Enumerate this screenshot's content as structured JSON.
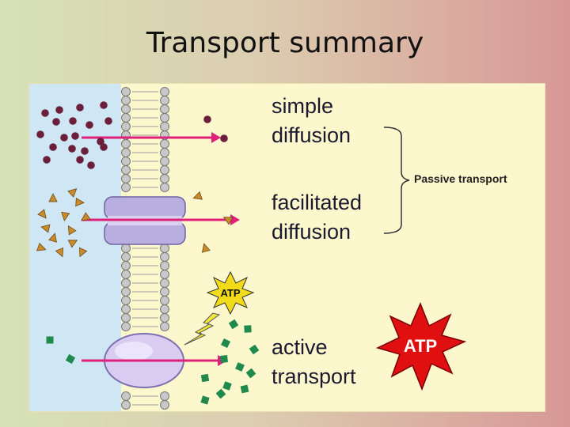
{
  "slide": {
    "title": "Transport summary"
  },
  "labels": {
    "simple": [
      "simple",
      "diffusion"
    ],
    "facilitated": [
      "facilitated",
      "diffusion"
    ],
    "active": [
      "active",
      "transport"
    ],
    "passive_group": "Passive transport"
  },
  "atp": {
    "small_label": "ATP",
    "large_label": "ATP"
  },
  "colors": {
    "extracellular": "#cfe6f5",
    "cytoplasm": "#fdf7cd",
    "arrow": "#e0207a",
    "simple_molecule": "#6b1f3a",
    "facilitated_molecule": "#c98b2c",
    "active_molecule": "#1f8a4c",
    "channel_protein": "#b8aee0",
    "pump_protein": "#d8cdf0",
    "atp_burst": "#e01010",
    "atp_small": "#f2dc1a"
  },
  "icons": [
    "phospholipid-bilayer",
    "channel-protein",
    "pump-protein",
    "atp-burst",
    "lightning-bolt"
  ]
}
